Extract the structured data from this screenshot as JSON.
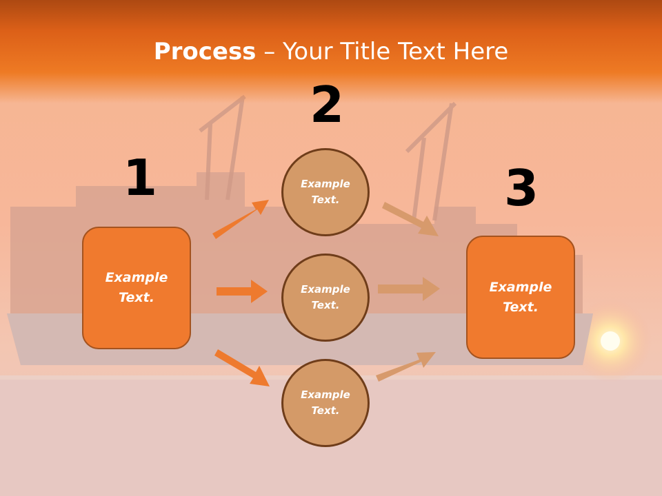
{
  "title": {
    "bold": "Process",
    "rest": " – Your Title Text Here"
  },
  "steps": [
    {
      "number": "1",
      "label": "Example Text."
    },
    {
      "number": "2",
      "labels": [
        "Example Text.",
        "Example Text.",
        "Example Text."
      ]
    },
    {
      "number": "3",
      "label": "Example Text."
    }
  ],
  "colors": {
    "accent_orange": "#f07a2e",
    "circle_tan": "#d49a68",
    "arrow_orange": "#ee7a2e",
    "arrow_tan": "#d79a6c",
    "number_color": "#000000"
  }
}
